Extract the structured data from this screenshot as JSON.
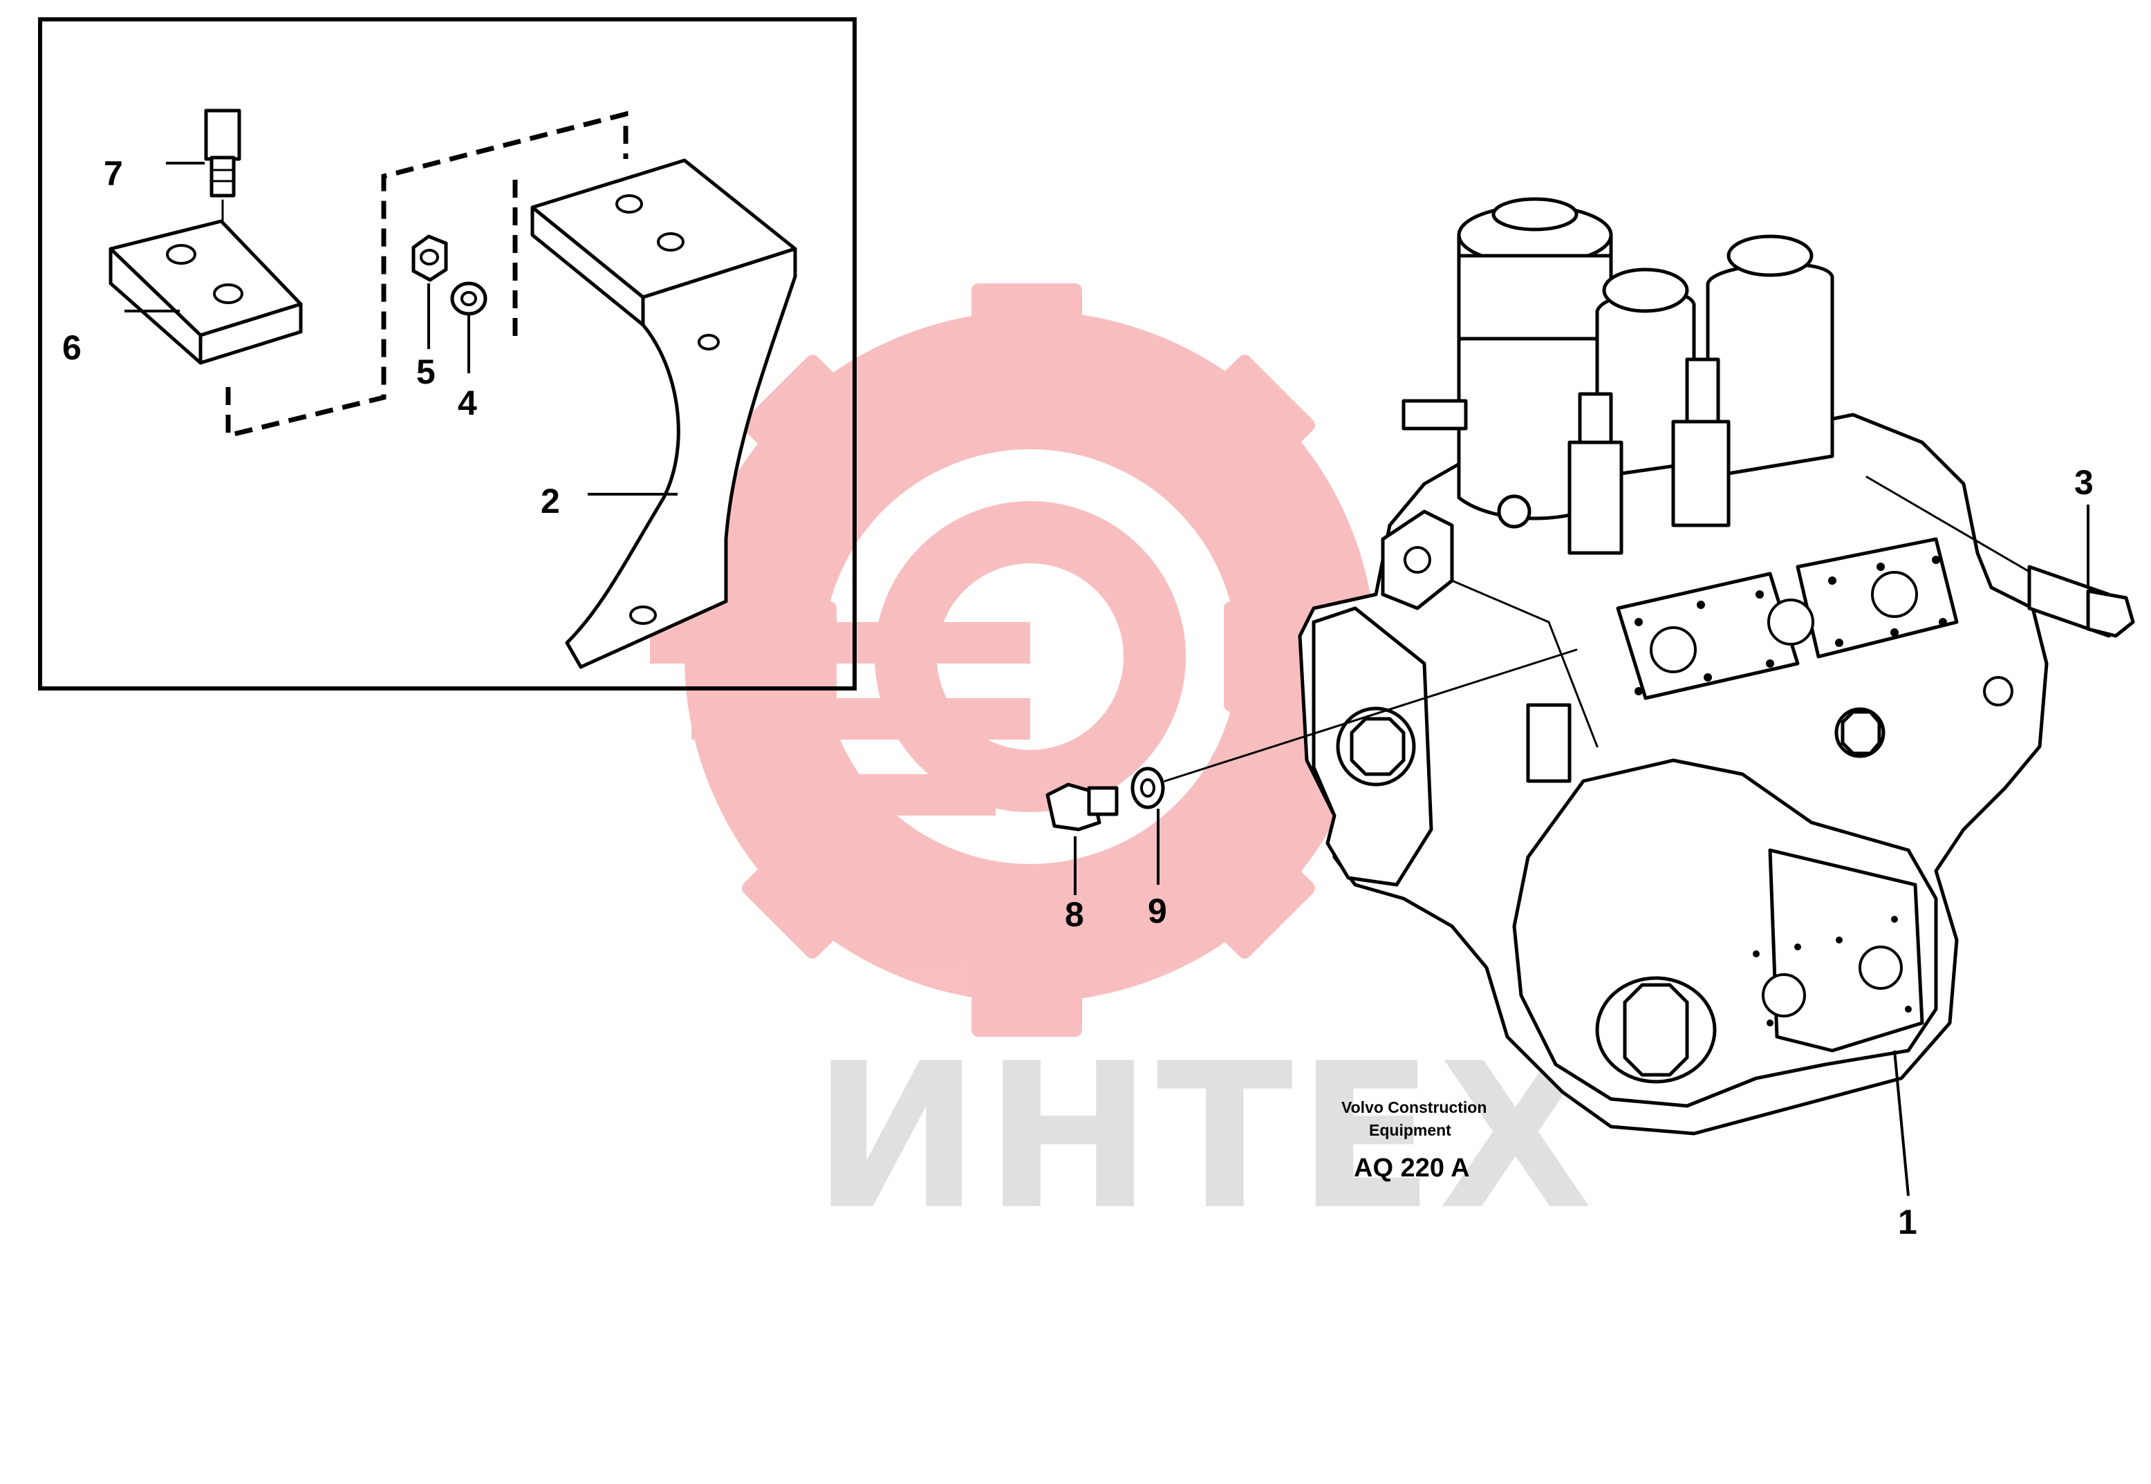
{
  "watermark": {
    "text": "ИНТЕХ",
    "gear_color": "#f5a9ab",
    "text_color": "#e0e0e0"
  },
  "caption": {
    "line1": "Volvo Construction",
    "line2": "Equipment",
    "code": "AQ 220 A"
  },
  "callouts": [
    {
      "id": "1",
      "label": "1"
    },
    {
      "id": "2",
      "label": "2"
    },
    {
      "id": "3",
      "label": "3"
    },
    {
      "id": "4",
      "label": "4"
    },
    {
      "id": "5",
      "label": "5"
    },
    {
      "id": "6",
      "label": "6"
    },
    {
      "id": "7",
      "label": "7"
    },
    {
      "id": "8",
      "label": "8"
    },
    {
      "id": "9",
      "label": "9"
    }
  ],
  "parts": {
    "valve_block": "1",
    "bracket": "2",
    "bolt": "3",
    "washer_small": "4",
    "nut": "5",
    "plate": "6",
    "plate_bolt": "7",
    "plug": "8",
    "plug_washer": "9"
  }
}
